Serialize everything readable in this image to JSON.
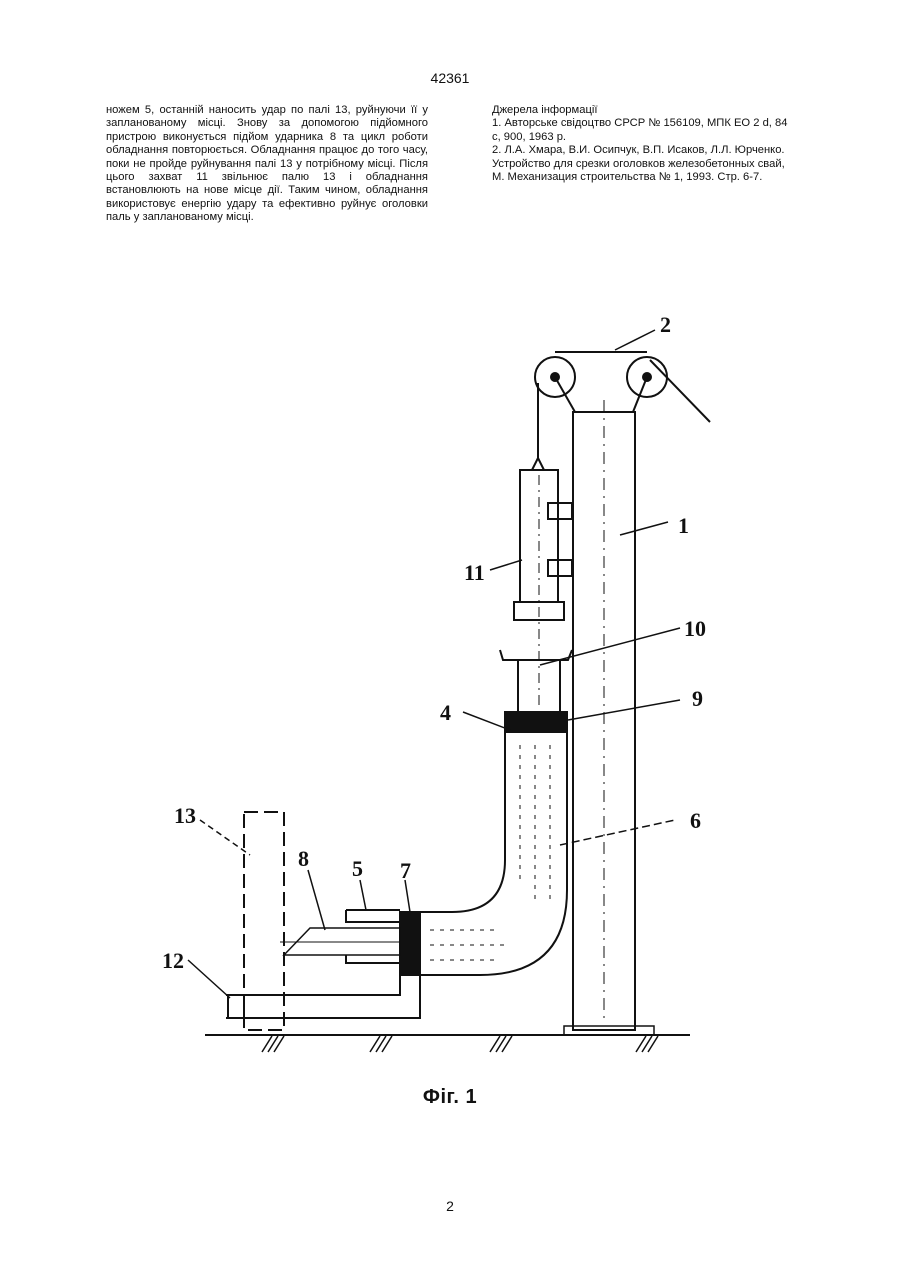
{
  "header": {
    "patent_number": "42361"
  },
  "left_column": {
    "text": "ножем 5, останній наносить удар по палі 13, руйнуючи її у запланованому місці. Знову за допомогою підйомного пристрою виконується підйом ударника 8 та цикл роботи обладнання повторюється. Обладнання працює до того часу, поки не пройде руйнування палі 13 у потрібному місці. Після цього захват 11 звільнює палю 13 і обладнання встановлюють на нове місце дії. Таким чином, обладнання використовує енергію удару та ефективно руйнує оголовки паль у запланованому місці."
  },
  "right_column": {
    "heading": "Джерела інформації",
    "items": [
      "1. Авторське свідоцтво СРСР № 156109, МПК ЕО 2 d, 84 с, 900, 1963 р.",
      "2. Л.А. Хмара, В.И. Осипчук, В.П. Исаков, Л.Л. Юрченко. Устройство для срезки оголовков железобетонных свай, М. Механизация строительства № 1, 1993. Стр. 6-7."
    ]
  },
  "figure": {
    "labels": {
      "l1": "1",
      "l2": "2",
      "l4": "4",
      "l5": "5",
      "l6": "6",
      "l7": "7",
      "l8": "8",
      "l9": "9",
      "l10": "10",
      "l11": "11",
      "l12": "12",
      "l13": "13"
    },
    "caption": "Фіг. 1"
  },
  "footer": {
    "page_number": "2"
  }
}
